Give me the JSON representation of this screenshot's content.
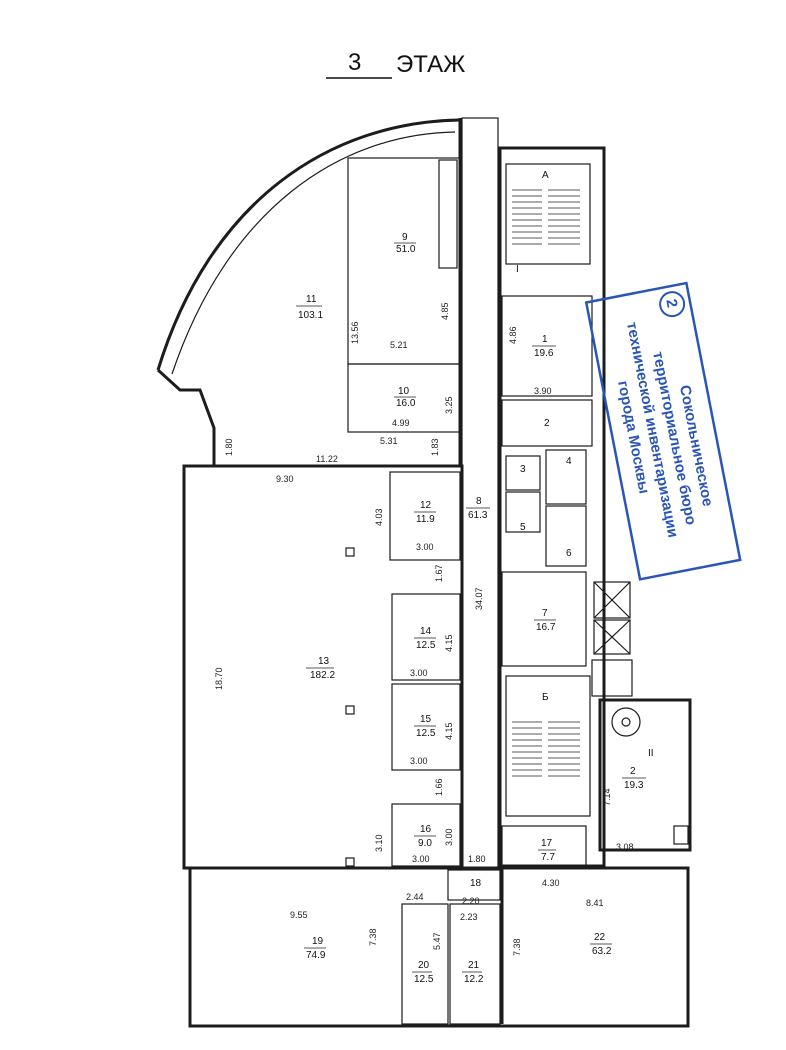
{
  "title": {
    "floor_number": "3",
    "word": "ЭТАЖ"
  },
  "stamp": {
    "number": "2",
    "lines": [
      "Сокольническое",
      "территориальное бюро",
      "технической инвентаризации",
      "города Москвы"
    ]
  },
  "stair_labels": {
    "a": "А",
    "b": "Б",
    "roman1": "I",
    "roman2": "II"
  },
  "rooms": {
    "r1": {
      "num": "1",
      "area": "19.6"
    },
    "r2a": {
      "num": "2"
    },
    "r2b": {
      "num": "2",
      "area": "19.3"
    },
    "r3": {
      "num": "3"
    },
    "r4": {
      "num": "4"
    },
    "r5": {
      "num": "5"
    },
    "r6": {
      "num": "6"
    },
    "r7": {
      "num": "7",
      "area": "16.7"
    },
    "r8": {
      "num": "8",
      "area": "61.3"
    },
    "r9": {
      "num": "9",
      "area": "51.0"
    },
    "r10": {
      "num": "10",
      "area": "16.0"
    },
    "r11": {
      "num": "11",
      "area": "103.1"
    },
    "r12": {
      "num": "12",
      "area": "11.9"
    },
    "r13": {
      "num": "13",
      "area": "182.2"
    },
    "r14": {
      "num": "14",
      "area": "12.5"
    },
    "r15": {
      "num": "15",
      "area": "12.5"
    },
    "r16": {
      "num": "16",
      "area": "9.0"
    },
    "r17": {
      "num": "17",
      "area": "7.7"
    },
    "r18": {
      "num": "18"
    },
    "r19": {
      "num": "19",
      "area": "74.9"
    },
    "r20": {
      "num": "20",
      "area": "12.5"
    },
    "r21": {
      "num": "21",
      "area": "12.2"
    },
    "r22": {
      "num": "22",
      "area": "63.2"
    }
  },
  "dims": {
    "d_13_56": "13.56",
    "d_4_85": "4.85",
    "d_5_21": "5.21",
    "d_3_25": "3.25",
    "d_4_99": "4.99",
    "d_5_31": "5.31",
    "d_1_83": "1.83",
    "d_1_80a": "1.80",
    "d_11_22": "11.22",
    "d_9_30": "9.30",
    "d_4_03": "4.03",
    "d_3_00a": "3.00",
    "d_1_67": "1.67",
    "d_34_07": "34.07",
    "d_4_15a": "4.15",
    "d_3_00b": "3.00",
    "d_18_70": "18.70",
    "d_4_15b": "4.15",
    "d_3_00c": "3.00",
    "d_1_66": "1.66",
    "d_3_10": "3.10",
    "d_3_00d": "3.00",
    "d_3_00e": "3.00",
    "d_1_80b": "1.80",
    "d_4_86": "4.86",
    "d_3_90": "3.90",
    "d_7_14": "7.14",
    "d_3_08": "3.08",
    "d_4_30": "4.30",
    "d_8_41": "8.41",
    "d_9_55": "9.55",
    "d_2_44": "2.44",
    "d_2_20": "2.20",
    "d_2_23": "2.23",
    "d_7_38a": "7.38",
    "d_5_47": "5.47",
    "d_7_38b": "7.38"
  }
}
